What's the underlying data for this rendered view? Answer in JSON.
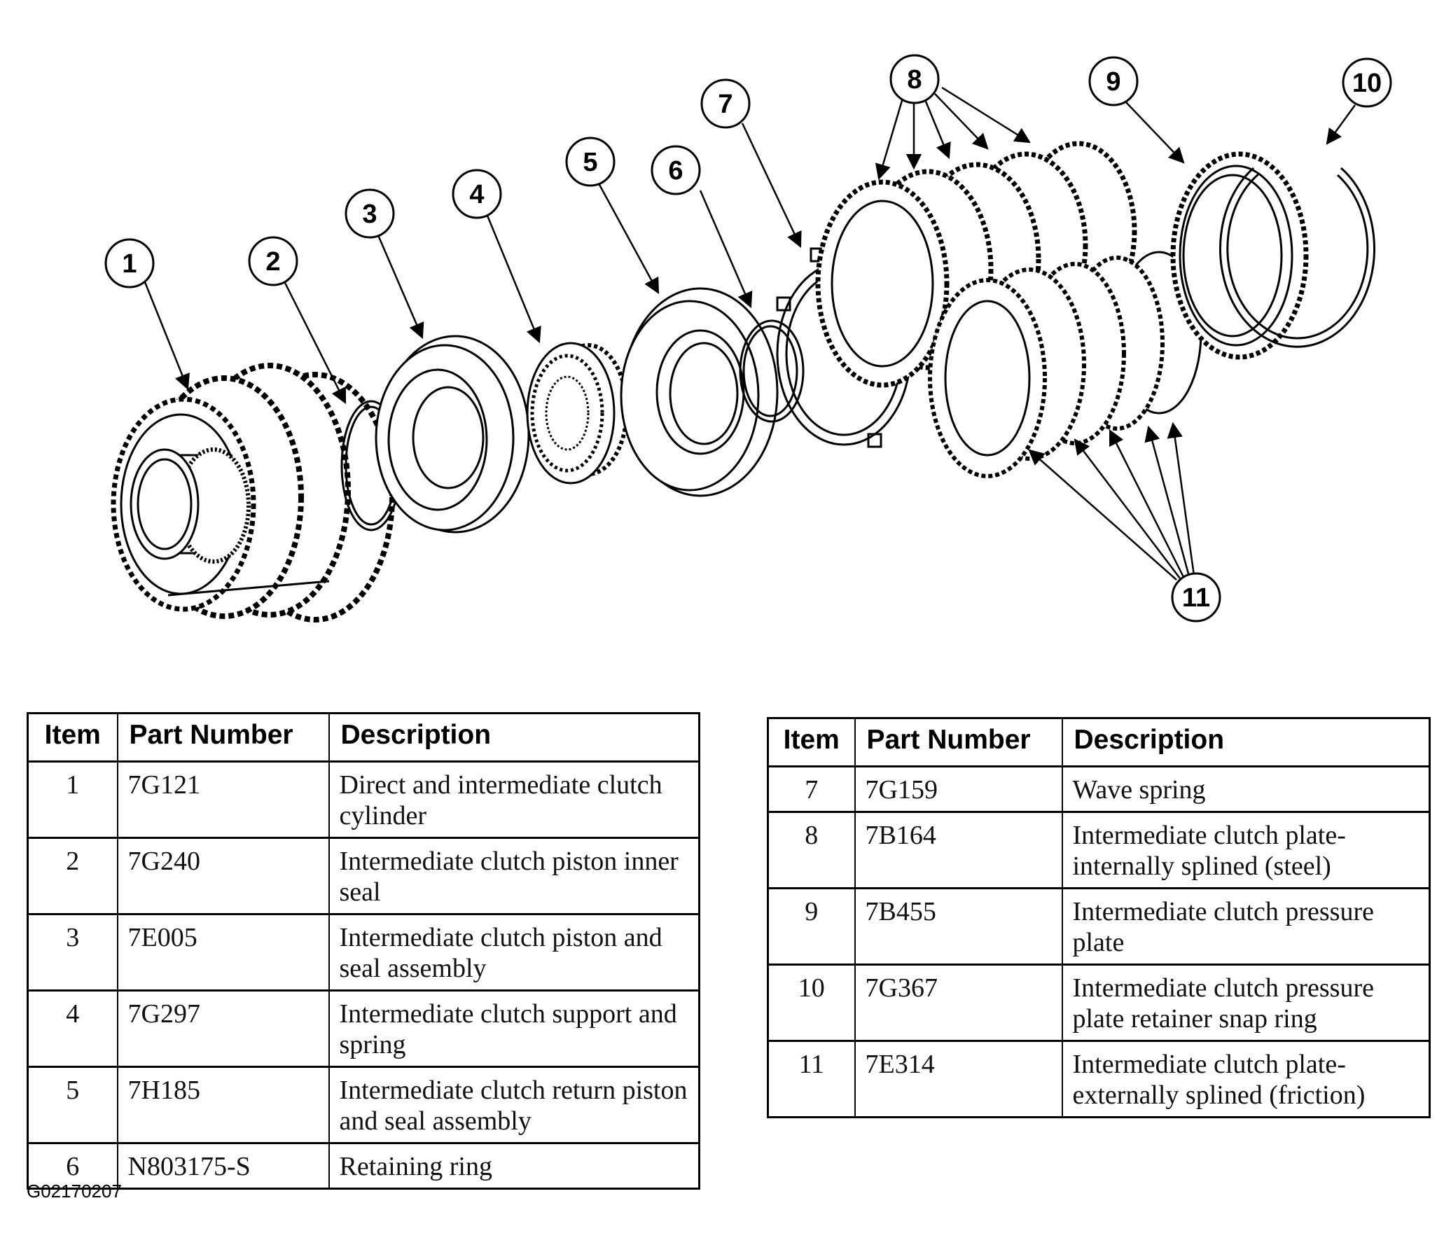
{
  "callouts": [
    "1",
    "2",
    "3",
    "4",
    "5",
    "6",
    "7",
    "8",
    "9",
    "10",
    "11"
  ],
  "tables": {
    "headers": {
      "item": "Item",
      "part_number": "Part Number",
      "description": "Description"
    },
    "left": [
      {
        "item": "1",
        "part_number": "7G121",
        "description": "Direct and intermediate clutch cylinder"
      },
      {
        "item": "2",
        "part_number": "7G240",
        "description": "Intermediate clutch piston inner seal"
      },
      {
        "item": "3",
        "part_number": "7E005",
        "description": "Intermediate clutch piston and seal assembly"
      },
      {
        "item": "4",
        "part_number": "7G297",
        "description": "Intermediate clutch support and spring"
      },
      {
        "item": "5",
        "part_number": "7H185",
        "description": "Intermediate clutch return piston and seal assembly"
      },
      {
        "item": "6",
        "part_number": "N803175-S",
        "description": "Retaining ring"
      }
    ],
    "right": [
      {
        "item": "7",
        "part_number": "7G159",
        "description": "Wave spring"
      },
      {
        "item": "8",
        "part_number": "7B164",
        "description": "Intermediate clutch plate-internally splined (steel)"
      },
      {
        "item": "9",
        "part_number": "7B455",
        "description": "Intermediate clutch pressure plate"
      },
      {
        "item": "10",
        "part_number": "7G367",
        "description": "Intermediate clutch pressure plate retainer snap ring"
      },
      {
        "item": "11",
        "part_number": "7E314",
        "description": "Intermediate clutch plate-externally splined (friction)"
      }
    ]
  },
  "figure_code": "G02170207"
}
